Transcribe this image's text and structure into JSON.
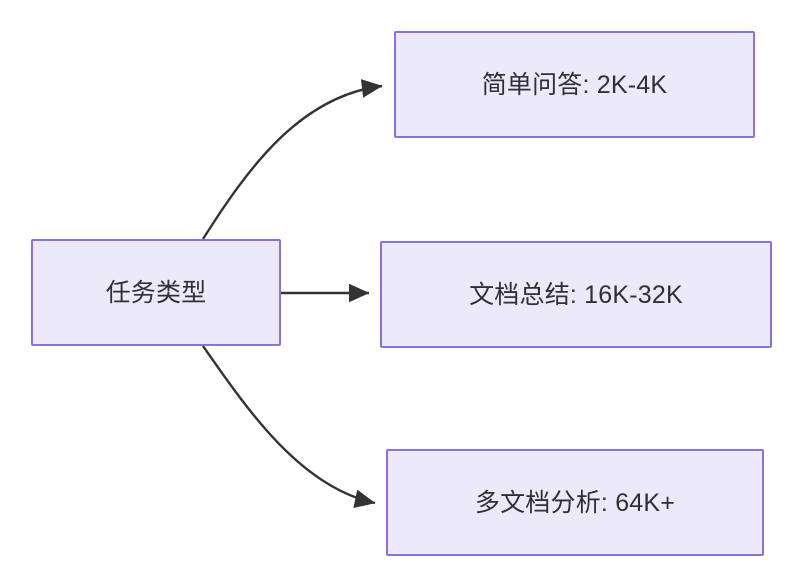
{
  "diagram": {
    "type": "flowchart",
    "direction": "left-to-right",
    "background_color": "#ffffff",
    "node_fill_color": "#ece9fb",
    "node_border_color": "#8c72d8",
    "node_text_color": "#2f2f35",
    "edge_color": "#333333",
    "nodes": [
      {
        "id": "root",
        "label": "任务类型"
      },
      {
        "id": "simple_qa",
        "label": "简单问答: 2K-4K"
      },
      {
        "id": "doc_summary",
        "label": "文档总结: 16K-32K"
      },
      {
        "id": "multi_doc",
        "label": "多文档分析: 64K+"
      }
    ],
    "edges": [
      {
        "from": "root",
        "to": "simple_qa",
        "style": "curved",
        "arrow": "triangle",
        "label": ""
      },
      {
        "from": "root",
        "to": "doc_summary",
        "style": "straight",
        "arrow": "triangle",
        "label": ""
      },
      {
        "from": "root",
        "to": "multi_doc",
        "style": "curved",
        "arrow": "triangle",
        "label": ""
      }
    ]
  }
}
